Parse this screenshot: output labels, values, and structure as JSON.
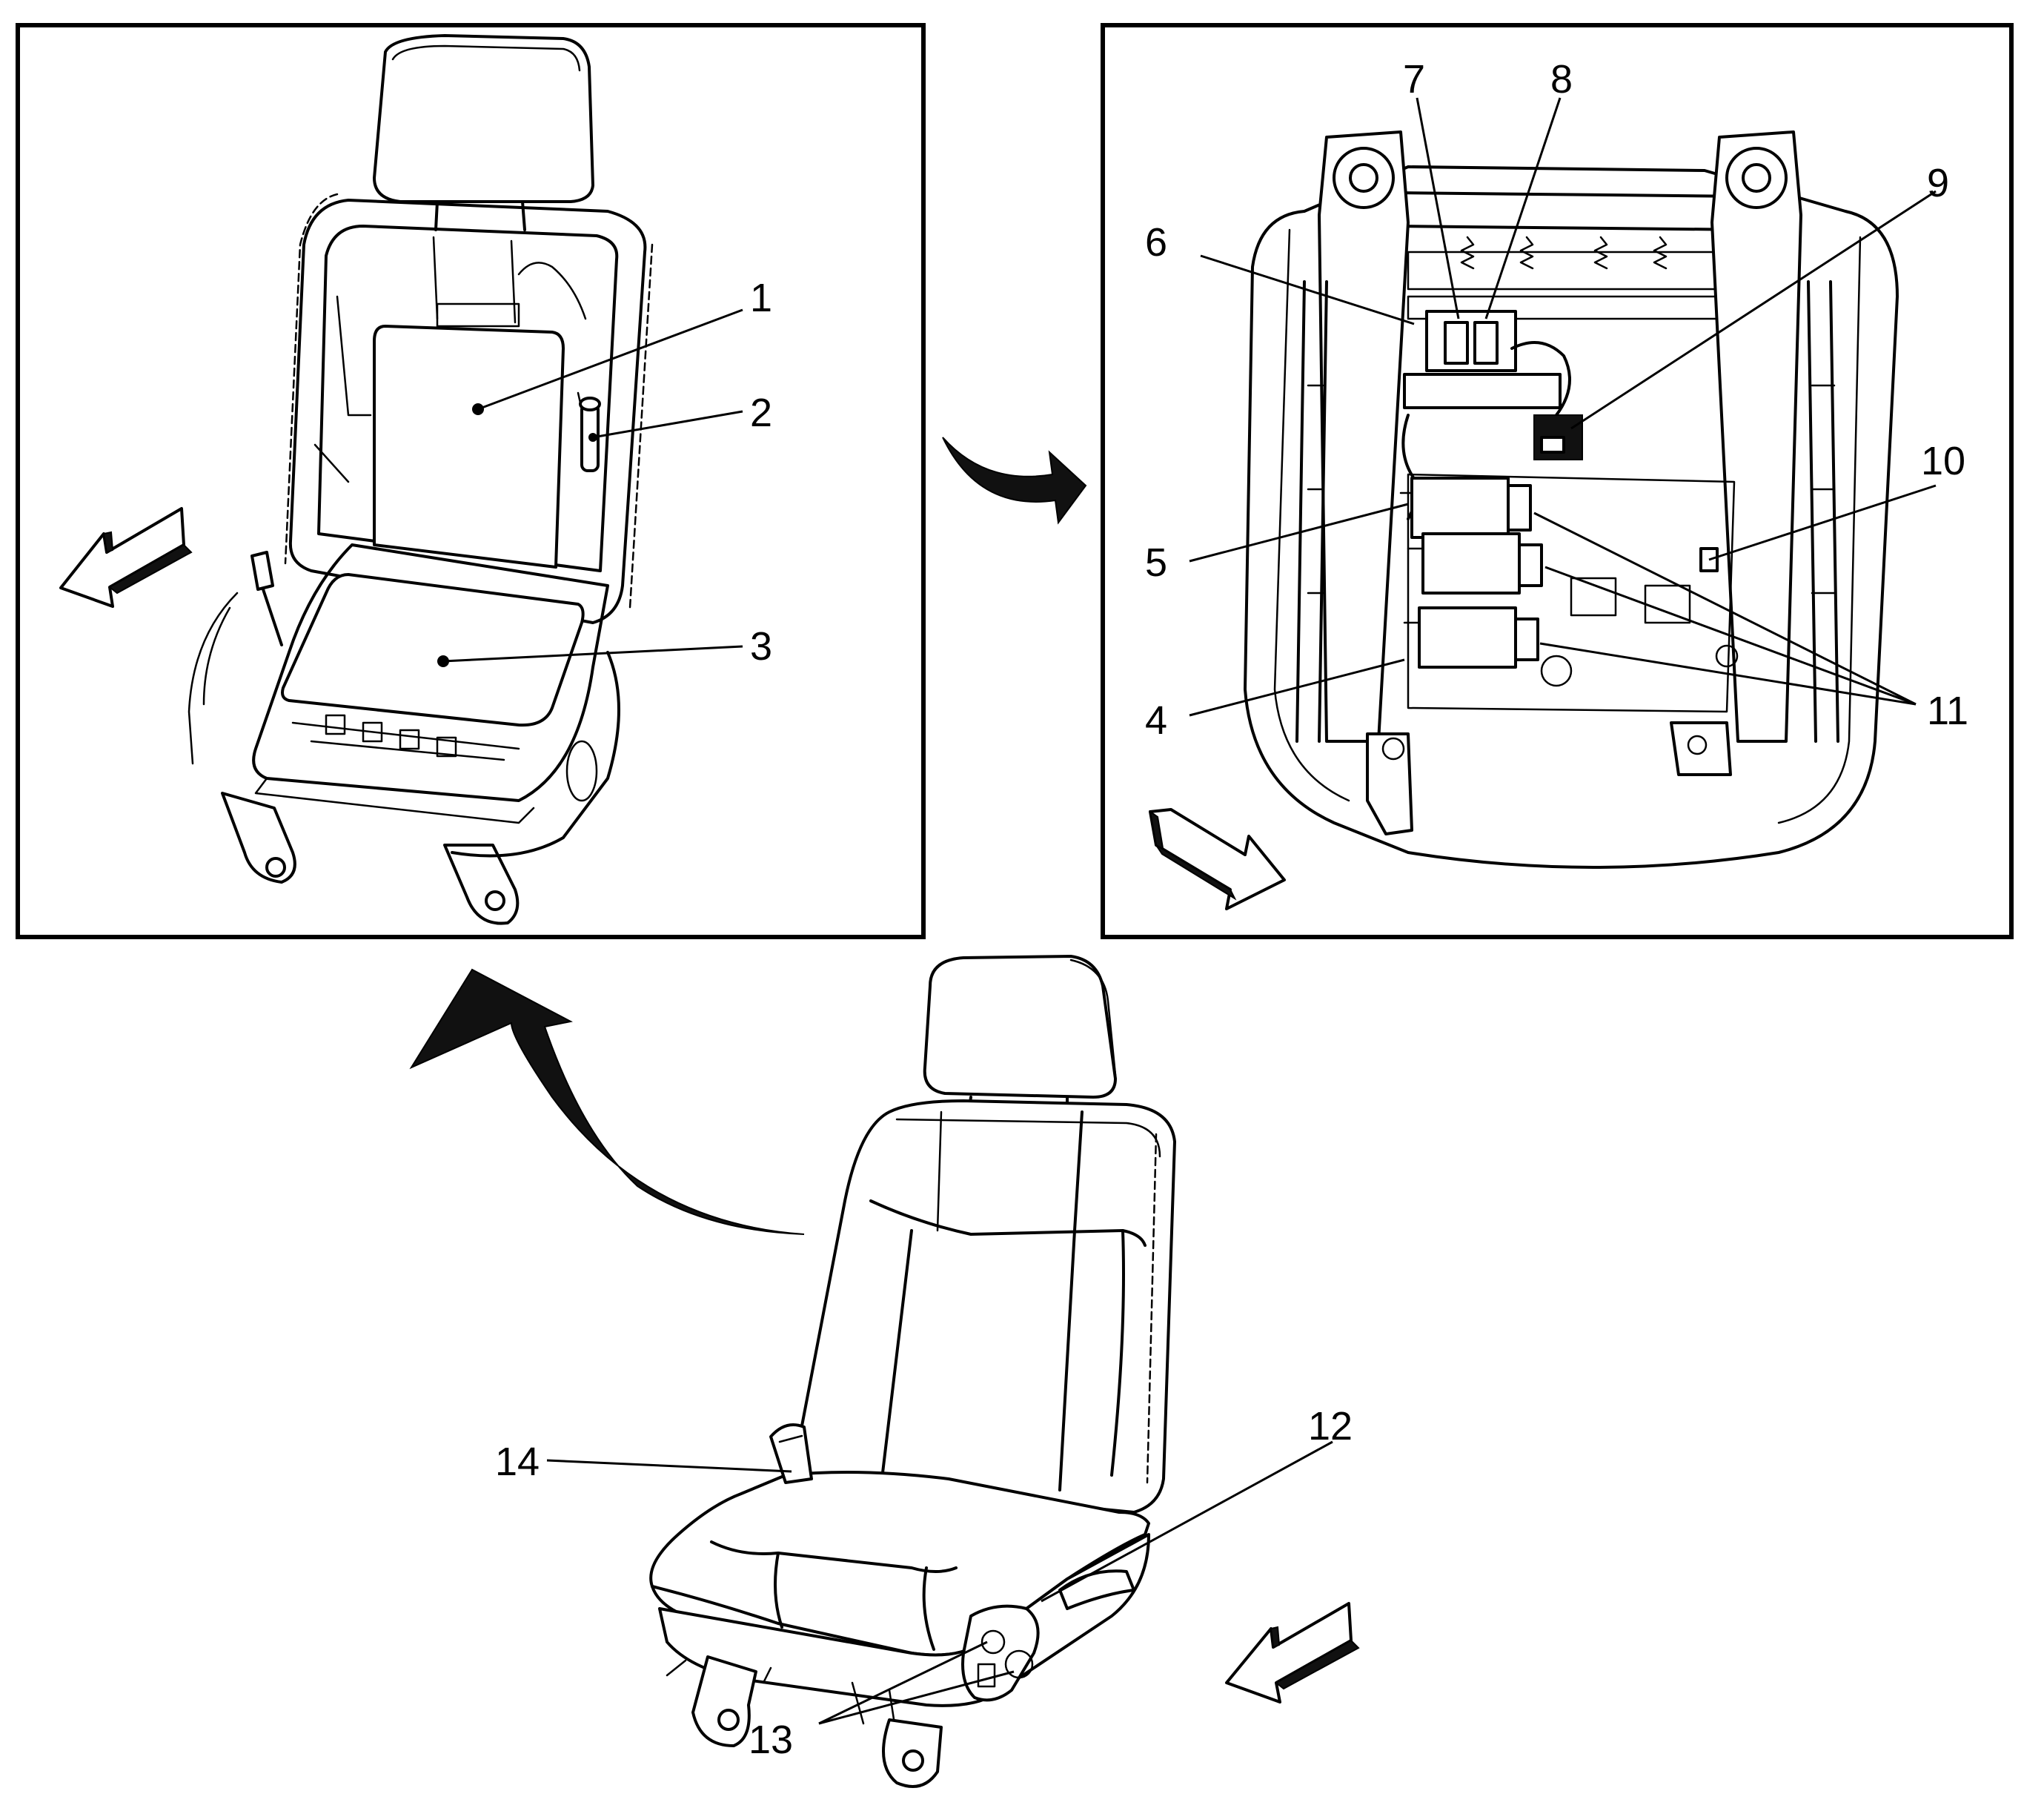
{
  "callouts": {
    "c1": "1",
    "c2": "2",
    "c3": "3",
    "c4": "4",
    "c5": "5",
    "c6": "6",
    "c7": "7",
    "c8": "8",
    "c9": "9",
    "c10": "10",
    "c11": "11",
    "c12": "12",
    "c13": "13",
    "c14": "14"
  },
  "icons": {
    "front_arrow": "forward-direction-arrow-icon",
    "transition_arrow": "curved-flow-arrow-icon"
  },
  "colors": {
    "ink": "#000000",
    "paper": "#ffffff"
  }
}
